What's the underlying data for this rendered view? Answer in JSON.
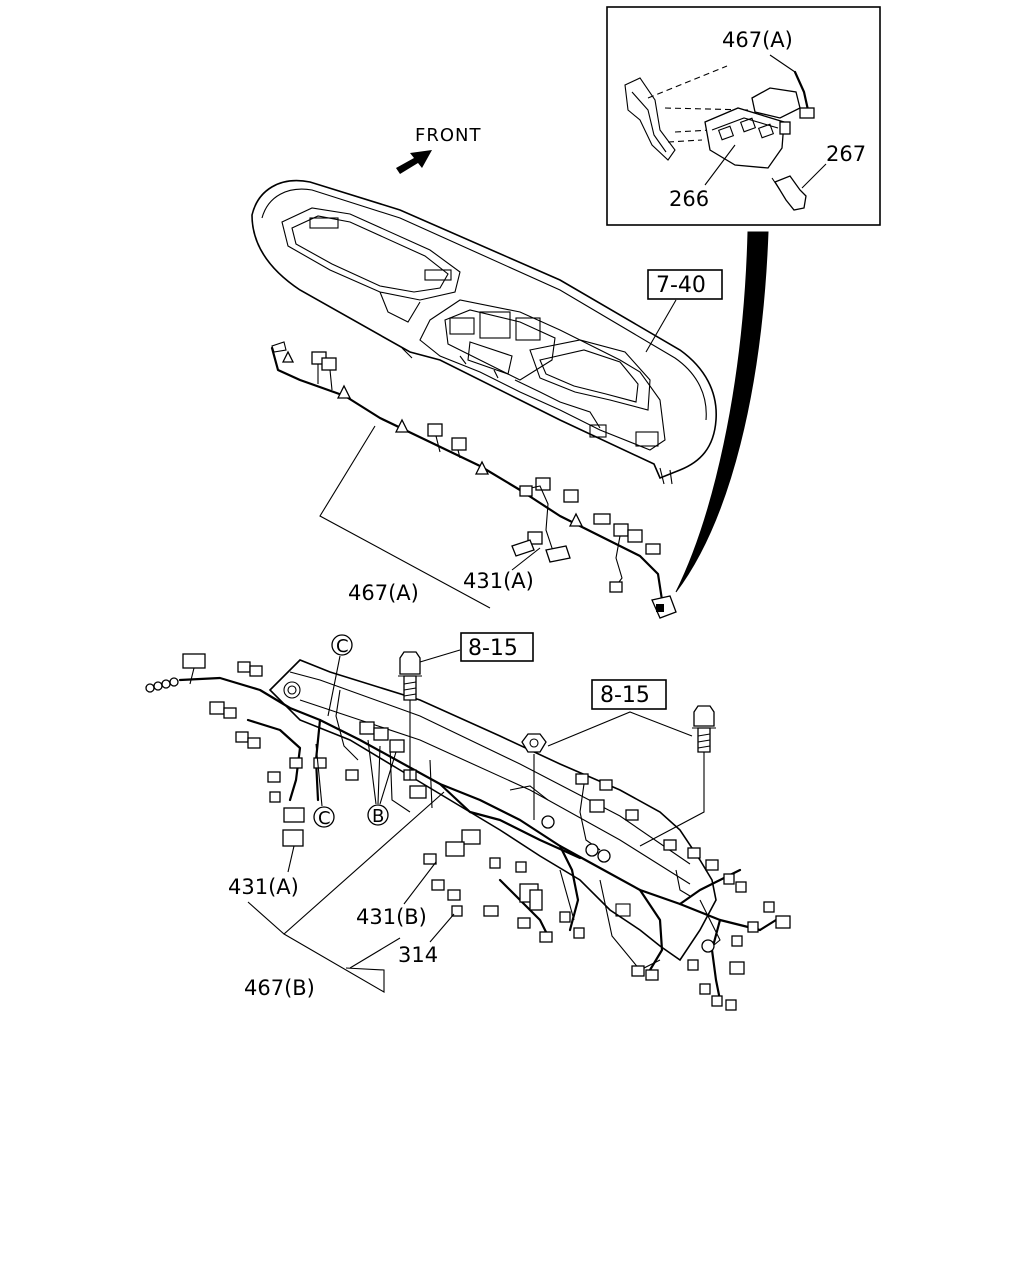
{
  "diagram": {
    "direction_label": "FRONT",
    "labels": {
      "inset_harness": "467(A)",
      "inset_bracket": "266",
      "inset_bolt": "267",
      "upper_harness": "467(A)",
      "upper_connector": "431(A)",
      "lower_connector_a": "431(A)",
      "lower_connector_b": "431(B)",
      "lower_part_314": "314",
      "lower_harness": "467(B)"
    },
    "reference_boxes": {
      "panel_ref": "7-40",
      "bolt_ref_left": "8-15",
      "bolt_ref_right": "8-15"
    },
    "callouts": {
      "c_top": "C",
      "c_bottom": "C",
      "b_mark": "B"
    }
  }
}
